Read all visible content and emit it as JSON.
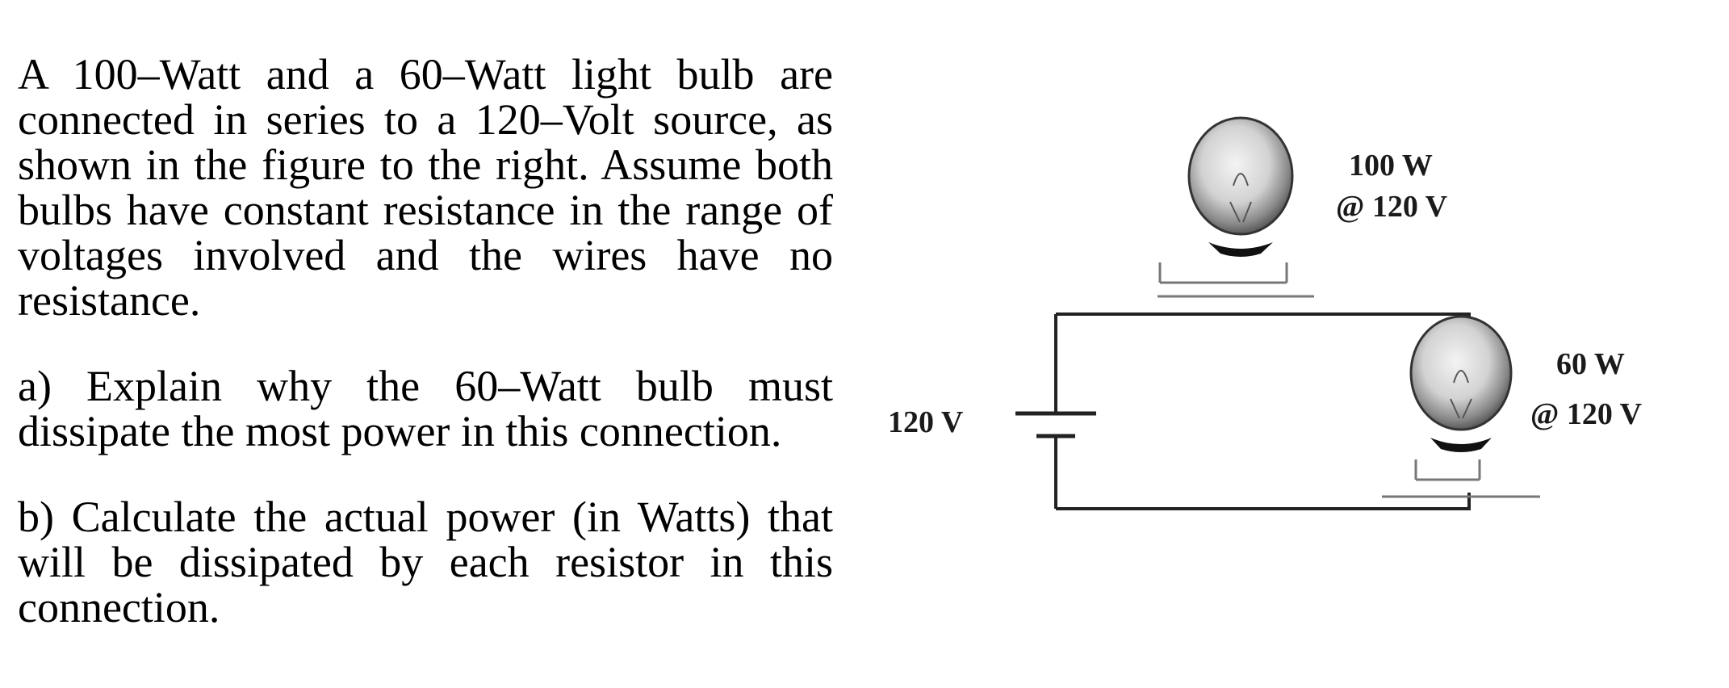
{
  "problem": {
    "intro": "A 100–Watt and a 60–Watt light bulb are connected in series to a 120–Volt source, as shown in the figure to the right. Assume both bulbs have constant resistance in the range of voltages involved and the wires have no resistance.",
    "part_a": "a) Explain why the 60–Watt bulb must dissipate the most power in this connection.",
    "part_b": "b) Calculate the actual power (in Watts) that will be dissipated by each resistor in this connection."
  },
  "figure": {
    "source_label": "120 V",
    "bulb_top": {
      "power_label": "100 W",
      "rating_label": "@ 120 V"
    },
    "bulb_bottom": {
      "power_label": "60 W",
      "rating_label": "@ 120 V"
    }
  }
}
